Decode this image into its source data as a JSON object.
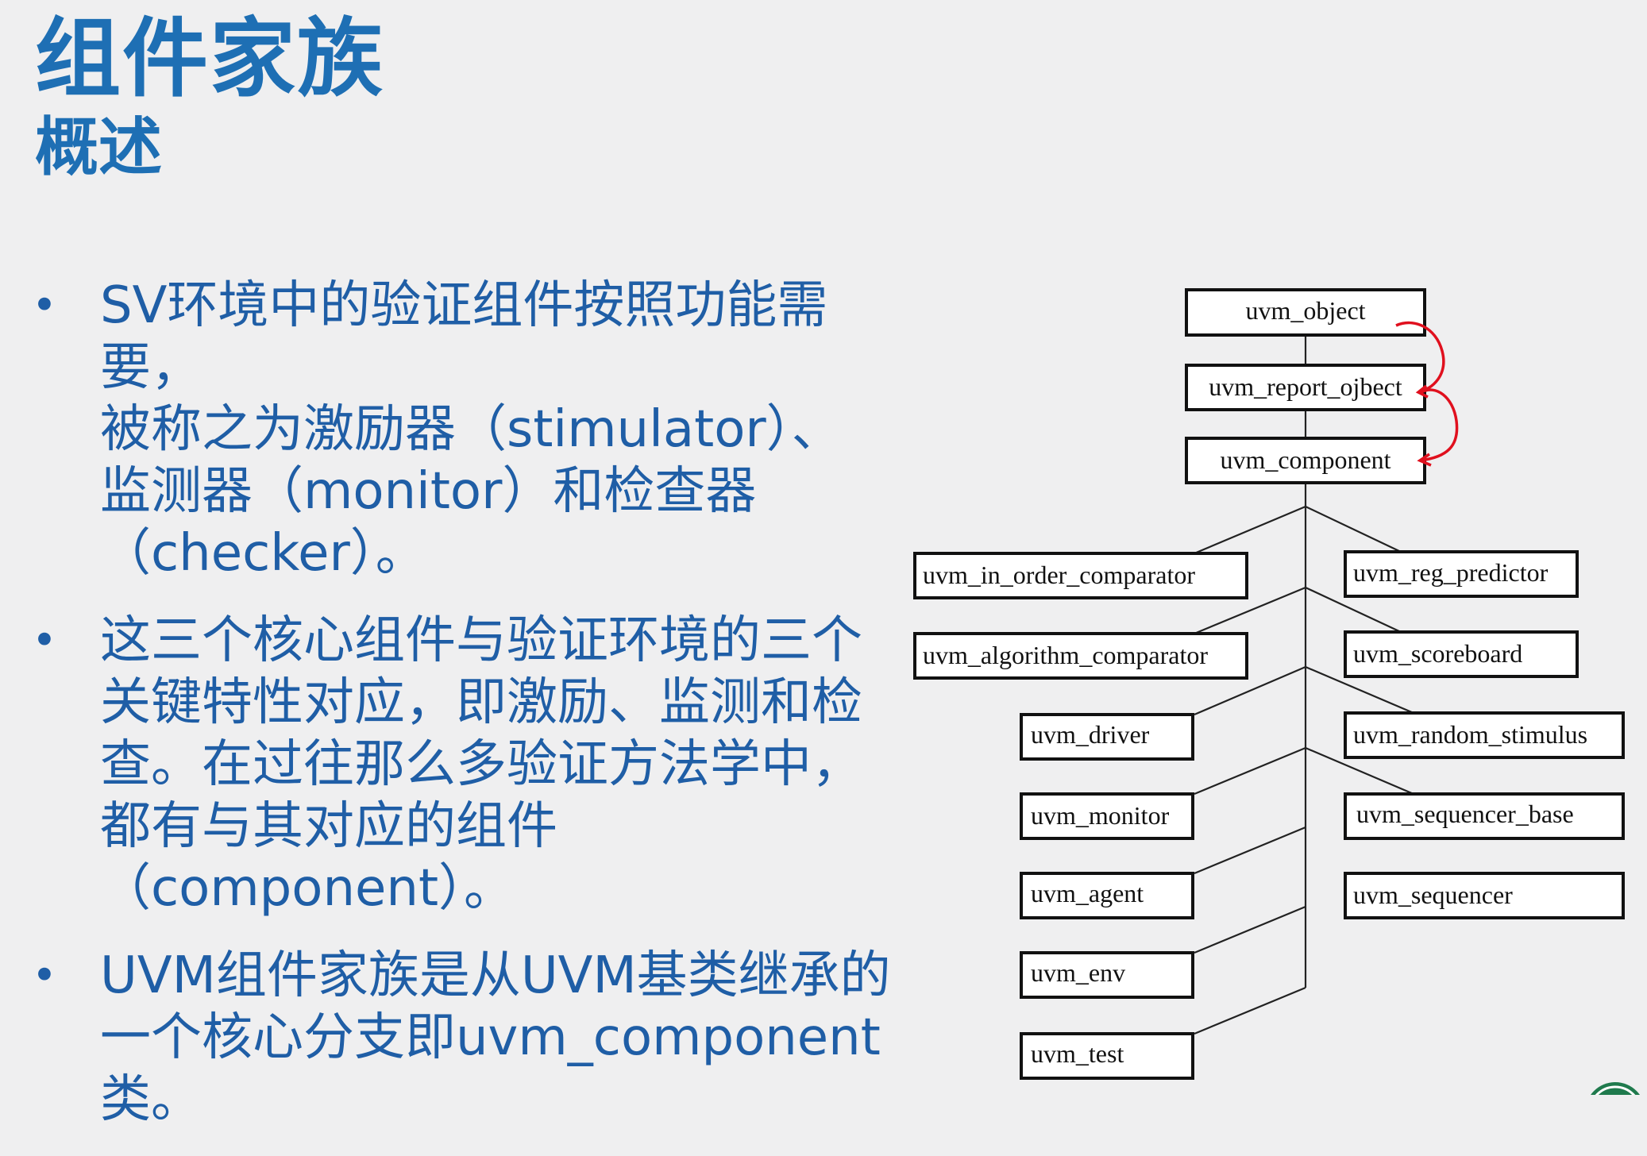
{
  "title": "组件家族",
  "subtitle": "概述",
  "bullets": [
    {
      "lines": [
        "SV环境中的验证组件按照功能需要，",
        "被称之为激励器（stimulator）、",
        "监测器（monitor）和检查器",
        "（checker）。"
      ]
    },
    {
      "lines": [
        "这三个核心组件与验证环境的三个",
        "关键特性对应，即激励、监测和检",
        "查。在过往那么多验证方法学中，",
        "都有与其对应的组件",
        "（component）。"
      ]
    },
    {
      "lines": [
        "UVM组件家族是从UVM基类继承的",
        "一个核心分支即uvm_component",
        "类。"
      ]
    }
  ],
  "diagram": {
    "top_nodes": [
      "uvm_object",
      "uvm_report_ojbect",
      "uvm_component"
    ],
    "left_nodes": [
      "uvm_in_order_comparator",
      "uvm_algorithm_comparator",
      "uvm_driver",
      "uvm_monitor",
      "uvm_agent",
      "uvm_env",
      "uvm_test"
    ],
    "right_nodes": [
      "uvm_reg_predictor",
      "uvm_scoreboard",
      "uvm_random_stimulus",
      "uvm_sequencer_base",
      "uvm_sequencer"
    ]
  },
  "colors": {
    "heading": "#1e6fb4",
    "body_text": "#1f5ea6",
    "background": "#efeff0",
    "annotation": "#e0101e"
  }
}
